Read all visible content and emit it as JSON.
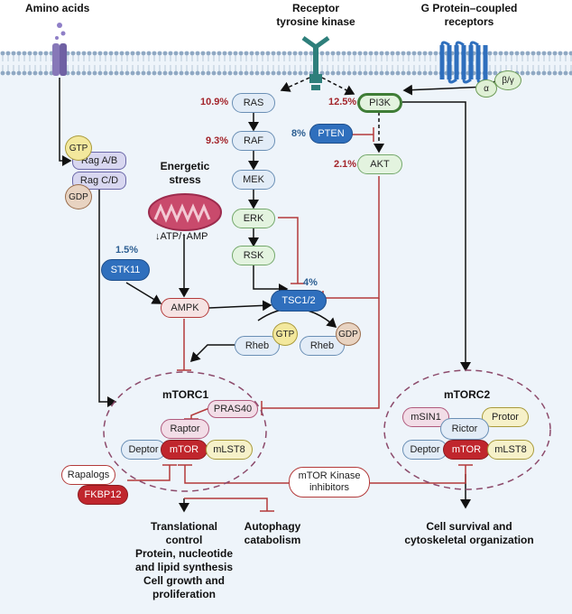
{
  "headers": {
    "amino_acids": "Amino acids",
    "rtk_line1": "Receptor",
    "rtk_line2": "tyrosine kinase",
    "gpcr_line1": "G Protein–coupled",
    "gpcr_line2": "receptors",
    "energetic_line1": "Energetic",
    "energetic_line2": "stress",
    "atp_amp": "↓ATP/↑AMP"
  },
  "nodes": {
    "ras": "RAS",
    "raf": "RAF",
    "mek": "MEK",
    "erk": "ERK",
    "rsk": "RSK",
    "pi3k": "PI3K",
    "pten": "PTEN",
    "akt": "AKT",
    "tsc": "TSC1/2",
    "ampk": "AMPK",
    "stk11": "STK11",
    "rheb_left": "Rheb",
    "rheb_right": "Rheb",
    "rag_a_b": "Rag A/B",
    "rag_c_d": "Rag C/D",
    "gtp_rag": "GTP",
    "gdp_rag": "GDP",
    "gtp_rheb": "GTP",
    "gdp_rheb": "GDP",
    "alpha": "α",
    "beta_gamma": "β/γ",
    "rapalogs": "Rapalogs",
    "fkbp12": "FKBP12",
    "mtor_inhibitors_line1": "mTOR Kinase",
    "mtor_inhibitors_line2": "inhibitors"
  },
  "percentages": {
    "ras": "10.9%",
    "raf": "9.3%",
    "pi3k": "12.5%",
    "pten": "8%",
    "akt": "2.1%",
    "tsc": "4%",
    "stk11": "1.5%"
  },
  "mtorc1": {
    "title": "mTORC1",
    "pras40": "PRAS40",
    "raptor": "Raptor",
    "deptor": "Deptor",
    "mtor": "mTOR",
    "mlst8": "mLST8"
  },
  "mtorc2": {
    "title": "mTORC2",
    "msin1": "mSIN1",
    "protor": "Protor",
    "rictor": "Rictor",
    "deptor": "Deptor",
    "mtor": "mTOR",
    "mlst8": "mLST8"
  },
  "outcomes": {
    "translational": [
      "Translational",
      "control",
      "Protein, nucleotide",
      "and lipid synthesis",
      "Cell growth and",
      "proliferation"
    ],
    "autophagy": [
      "Autophagy",
      "catabolism"
    ],
    "survival": [
      "Cell survival and",
      "cytoskeletal organization"
    ]
  },
  "colors": {
    "activation_arrow": "#111111",
    "inhibition_line": "#b33a3a",
    "pct_red": "#a3252b",
    "pct_blue": "#2c5e92"
  }
}
